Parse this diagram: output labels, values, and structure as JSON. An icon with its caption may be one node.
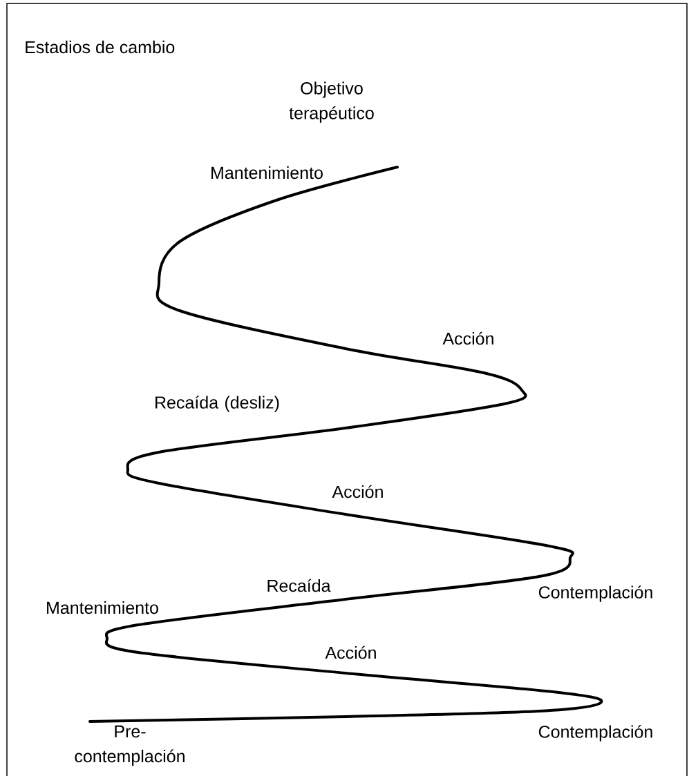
{
  "diagram": {
    "title": "Estadios de cambio",
    "labels": [
      "Objetivo terapéutico",
      "Mantenimiento",
      "Acción",
      "Recaída (desliz)",
      "Acción",
      "Recaída",
      "Contemplación",
      "Mantenimiento",
      "Acción",
      "Contemplación",
      "Pre-contemplación"
    ]
  }
}
